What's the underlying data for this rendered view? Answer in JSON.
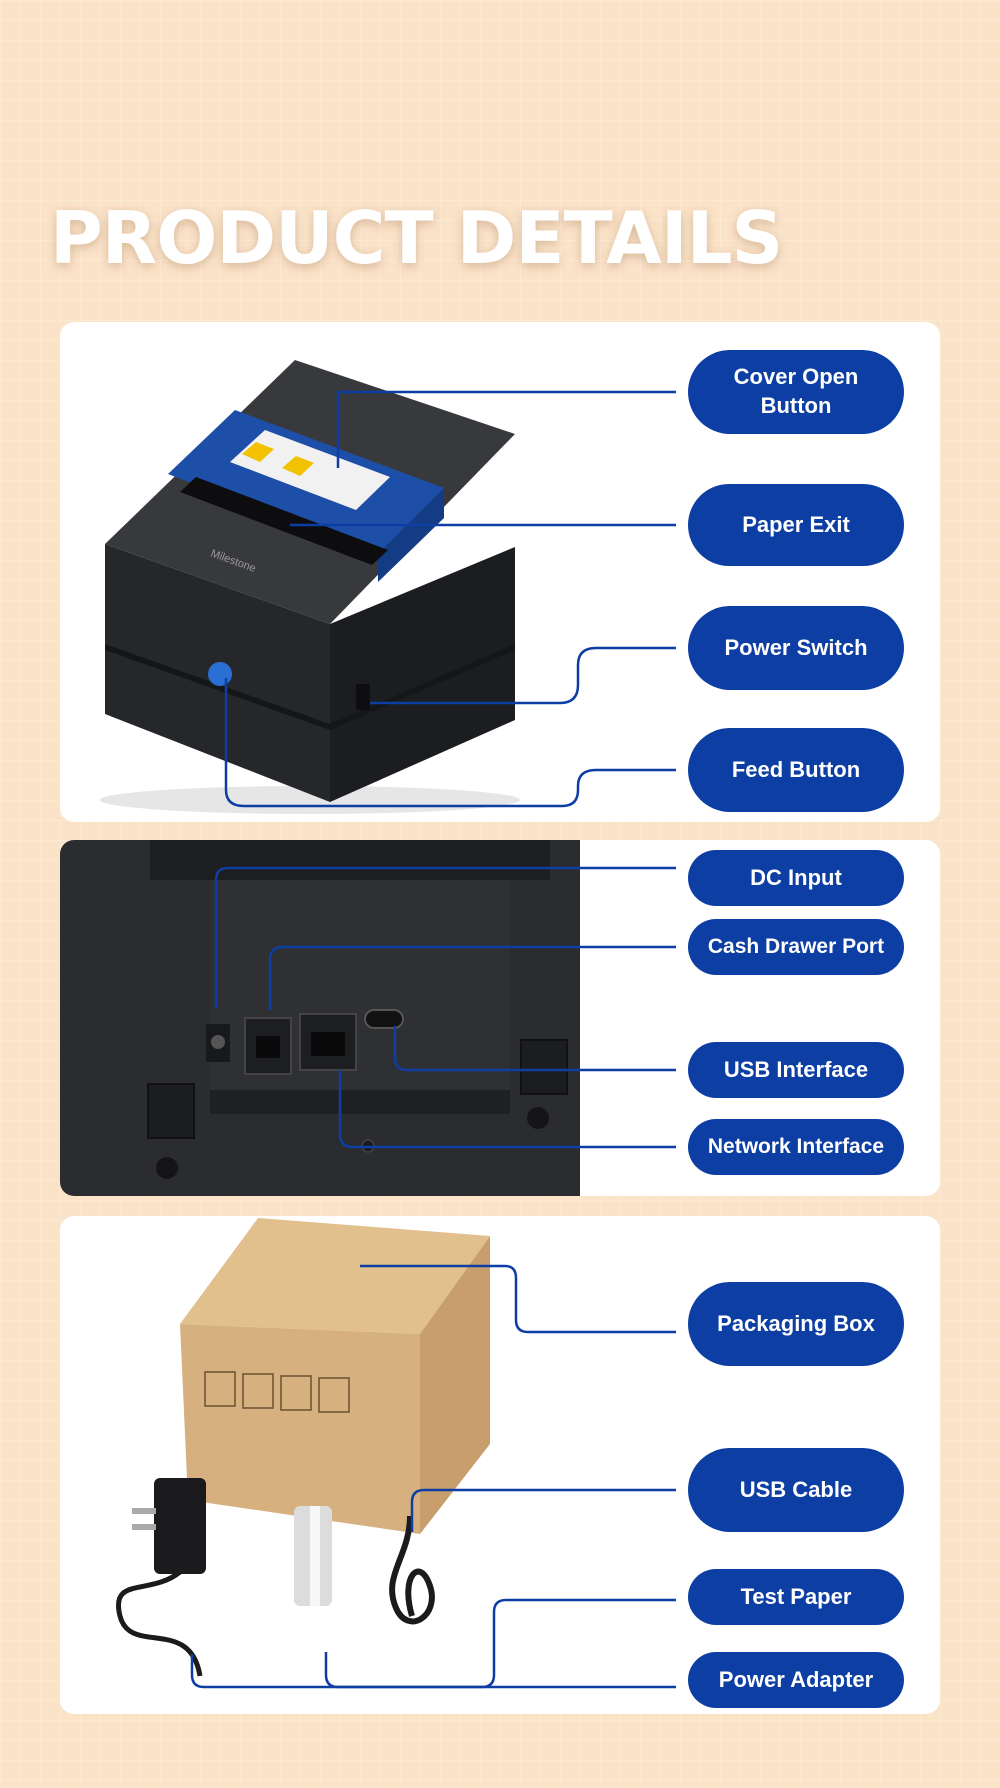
{
  "page": {
    "title": "PRODUCT DETAILS"
  },
  "colors": {
    "accent": "#0d3ea3",
    "background": "#fbe3c8",
    "panel": "#ffffff",
    "printer": "#2a2b2e",
    "box": "#d6b07f"
  },
  "printer_front": {
    "labels": {
      "cover_open_button": "Cover Open\nButton",
      "paper_exit": "Paper Exit",
      "power_switch": "Power Switch",
      "feed_button": "Feed Button"
    }
  },
  "printer_back": {
    "labels": {
      "dc_input": "DC Input",
      "cash_drawer_port": "Cash Drawer Port",
      "usb_interface": "USB Interface",
      "network_interface": "Network Interface"
    }
  },
  "package_contents": {
    "labels": {
      "packaging_box": "Packaging Box",
      "usb_cable": "USB Cable",
      "test_paper": "Test Paper",
      "power_adapter": "Power Adapter"
    }
  }
}
